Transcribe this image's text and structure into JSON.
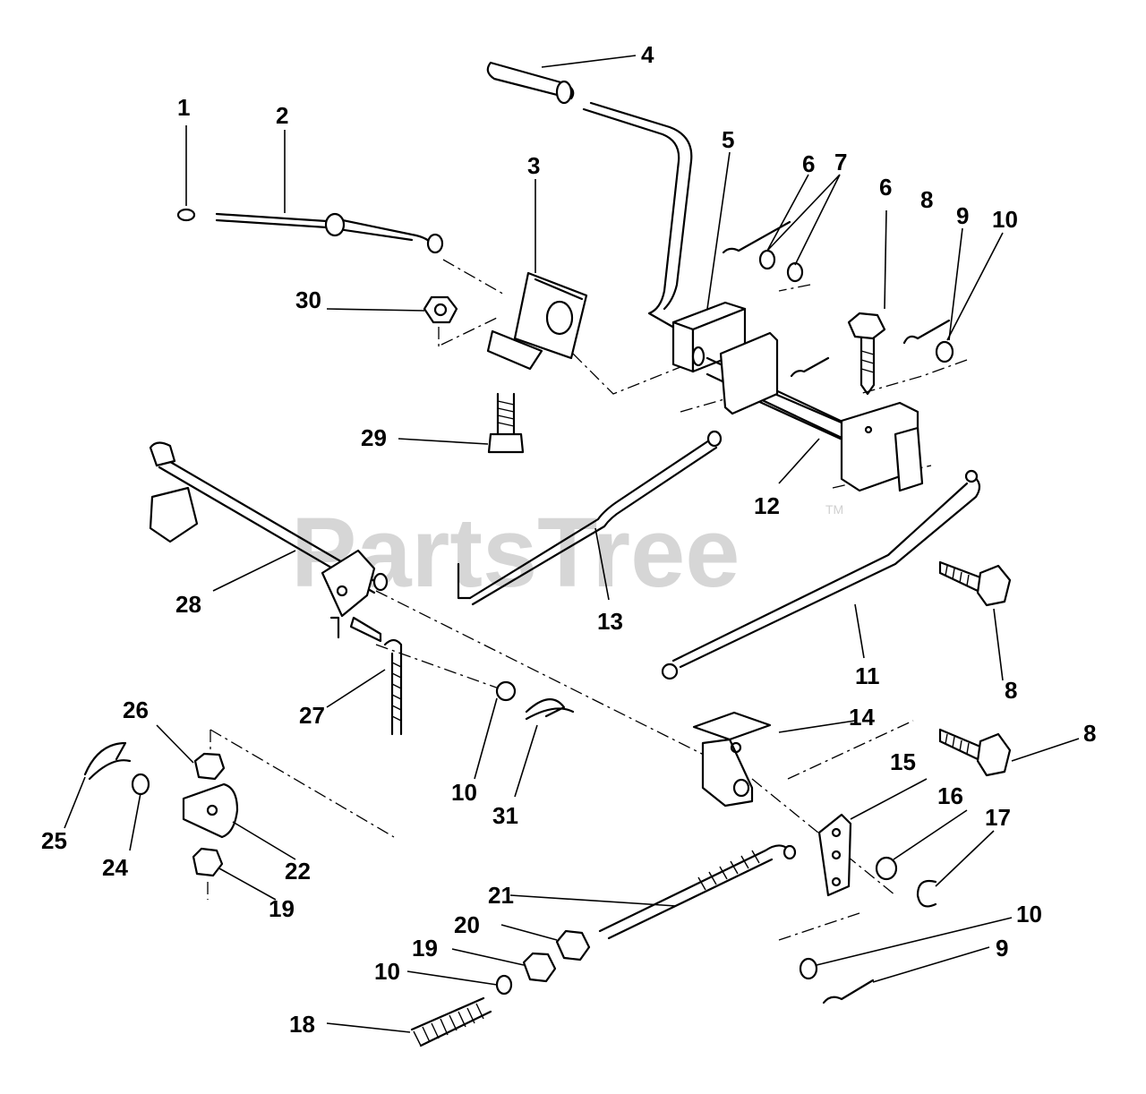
{
  "watermark": {
    "text": "PartsTree",
    "tm": "TM"
  },
  "callouts": [
    "1",
    "2",
    "3",
    "4",
    "5",
    "6",
    "7",
    "8",
    "9",
    "10",
    "11",
    "12",
    "13",
    "14",
    "15",
    "16",
    "17",
    "18",
    "19",
    "20",
    "21",
    "22",
    "24",
    "25",
    "26",
    "27",
    "28",
    "29",
    "30",
    "31"
  ]
}
